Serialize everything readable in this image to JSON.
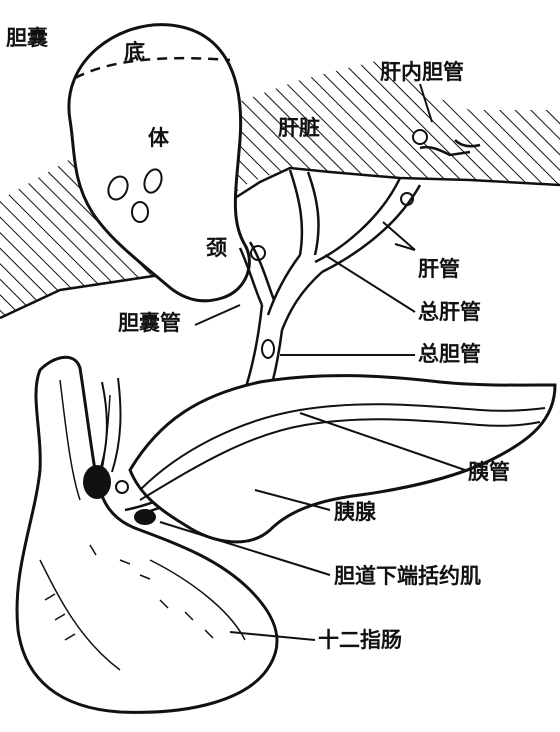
{
  "labels": {
    "gallbladder": "胆囊",
    "fundus": "底",
    "body": "体",
    "neck": "颈",
    "liver": "肝脏",
    "intrahepatic_duct": "肝内胆管",
    "hepatic_duct": "肝管",
    "common_hepatic_duct": "总肝管",
    "cystic_duct": "胆囊管",
    "common_bile_duct": "总胆管",
    "pancreatic_duct": "胰管",
    "pancreas": "胰腺",
    "sphincter": "胆道下端括约肌",
    "duodenum": "十二指肠"
  },
  "colors": {
    "ink": "#111111",
    "background": "#ffffff"
  }
}
